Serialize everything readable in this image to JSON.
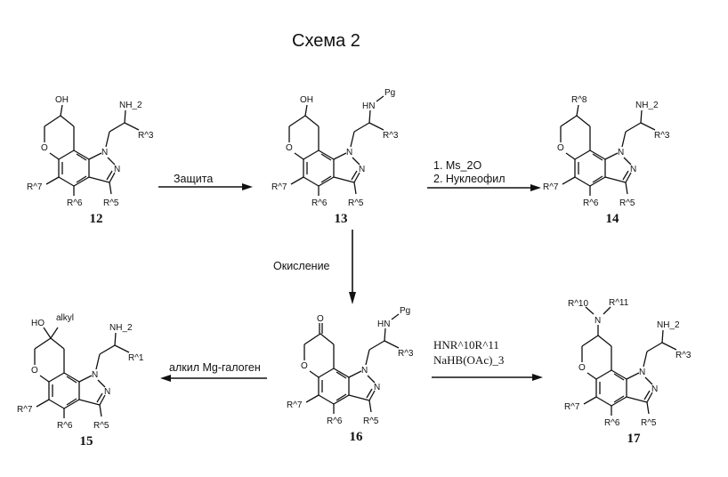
{
  "title": "Схема 2",
  "compounds": [
    {
      "id": "12",
      "c3": "OH",
      "amine": "NH_2",
      "r_side": "R^3",
      "r5": "R^5",
      "r6": "R^6",
      "r7": "R^7"
    },
    {
      "id": "13",
      "c3": "OH",
      "amine": "HN",
      "pg": "Pg",
      "r_side": "R^3",
      "r5": "R^5",
      "r6": "R^6",
      "r7": "R^7"
    },
    {
      "id": "14",
      "c3": "R^8",
      "amine": "NH_2",
      "r_side": "R^3",
      "r5": "R^5",
      "r6": "R^6",
      "r7": "R^7"
    },
    {
      "id": "15",
      "c3": "HO",
      "c3b": "alkyl",
      "amine": "NH_2",
      "r_side": "R^1",
      "r5": "R^5",
      "r6": "R^6",
      "r7": "R^7"
    },
    {
      "id": "16",
      "c3": "O",
      "amine": "HN",
      "pg": "Pg",
      "r_side": "R^3",
      "r5": "R^5",
      "r6": "R^6",
      "r7": "R^7"
    },
    {
      "id": "17",
      "c3": "N",
      "r10": "R^10",
      "r11": "R^11",
      "amine": "NH_2",
      "r_side": "R^3",
      "r5": "R^5",
      "r6": "R^6",
      "r7": "R^7"
    }
  ],
  "ring_atoms": {
    "o": "O",
    "n1": "N",
    "n2": "N"
  },
  "reactions": {
    "protection": "Защита",
    "step1": "1. Ms_2O",
    "step2": "2. Нуклеофил",
    "oxidation": "Окисление",
    "grignard": "алкил Mg-галоген",
    "amine_reagent": "HNR^10R^11",
    "reductant": "NaHB(OAc)_3"
  }
}
